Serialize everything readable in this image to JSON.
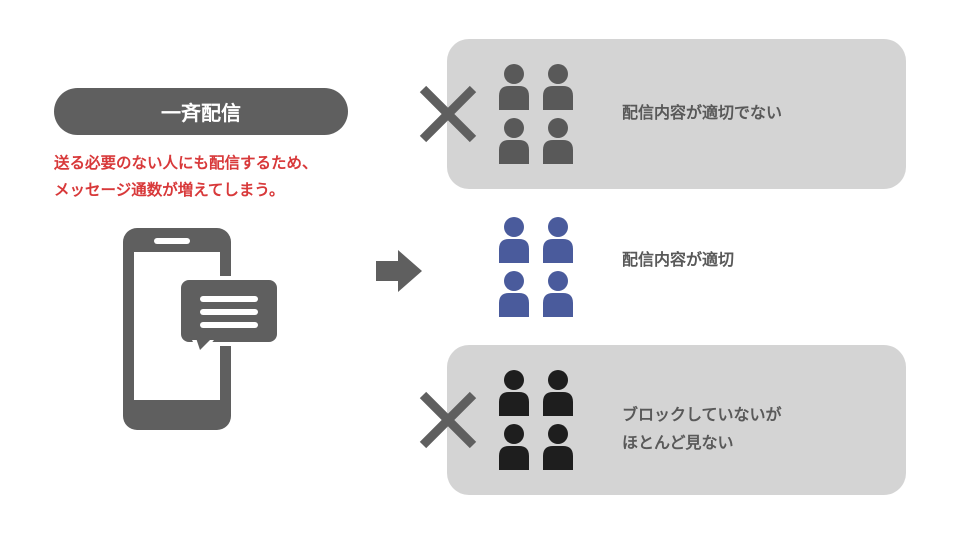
{
  "header": {
    "title": "一斉配信",
    "note_lines": [
      "送る必要のない人にも配信するため、",
      "メッセージ通数が増えてしまう。"
    ]
  },
  "outcomes": [
    {
      "label_lines": [
        "配信内容が適切でない"
      ],
      "status": "ng",
      "person_color": "#595959"
    },
    {
      "label_lines": [
        "配信内容が適切"
      ],
      "status": "ok",
      "person_color": "#4a5b9c"
    },
    {
      "label_lines": [
        "ブロックしていないが",
        "ほとんど見ない"
      ],
      "status": "ng",
      "person_color": "#1e1e1e"
    }
  ],
  "colors": {
    "pill": "#5f5f5f",
    "note_text": "#d8393a",
    "panel": "#d4d4d4",
    "icon_gray": "#5f5f5f",
    "label_text": "#595959"
  },
  "icons": [
    "smartphone-icon",
    "chat-bubble-icon",
    "arrow-right-icon",
    "cross-icon",
    "people-group-icon"
  ]
}
